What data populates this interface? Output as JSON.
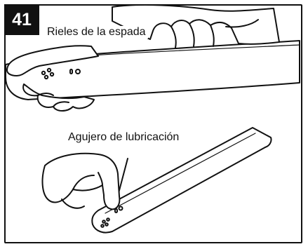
{
  "figure": {
    "step_number": "41",
    "labels": {
      "bar_rails": "Rieles de la espada",
      "oil_hole": "Agujero de lubricación"
    }
  },
  "colors": {
    "line": "#111111",
    "fill": "#ffffff",
    "badge_bg": "#111111",
    "badge_text": "#ffffff"
  },
  "icons": [
    "guide-bar-top",
    "guide-bar-bottom",
    "left-hand",
    "right-hand",
    "pointing-hand",
    "cleaning-wire"
  ]
}
